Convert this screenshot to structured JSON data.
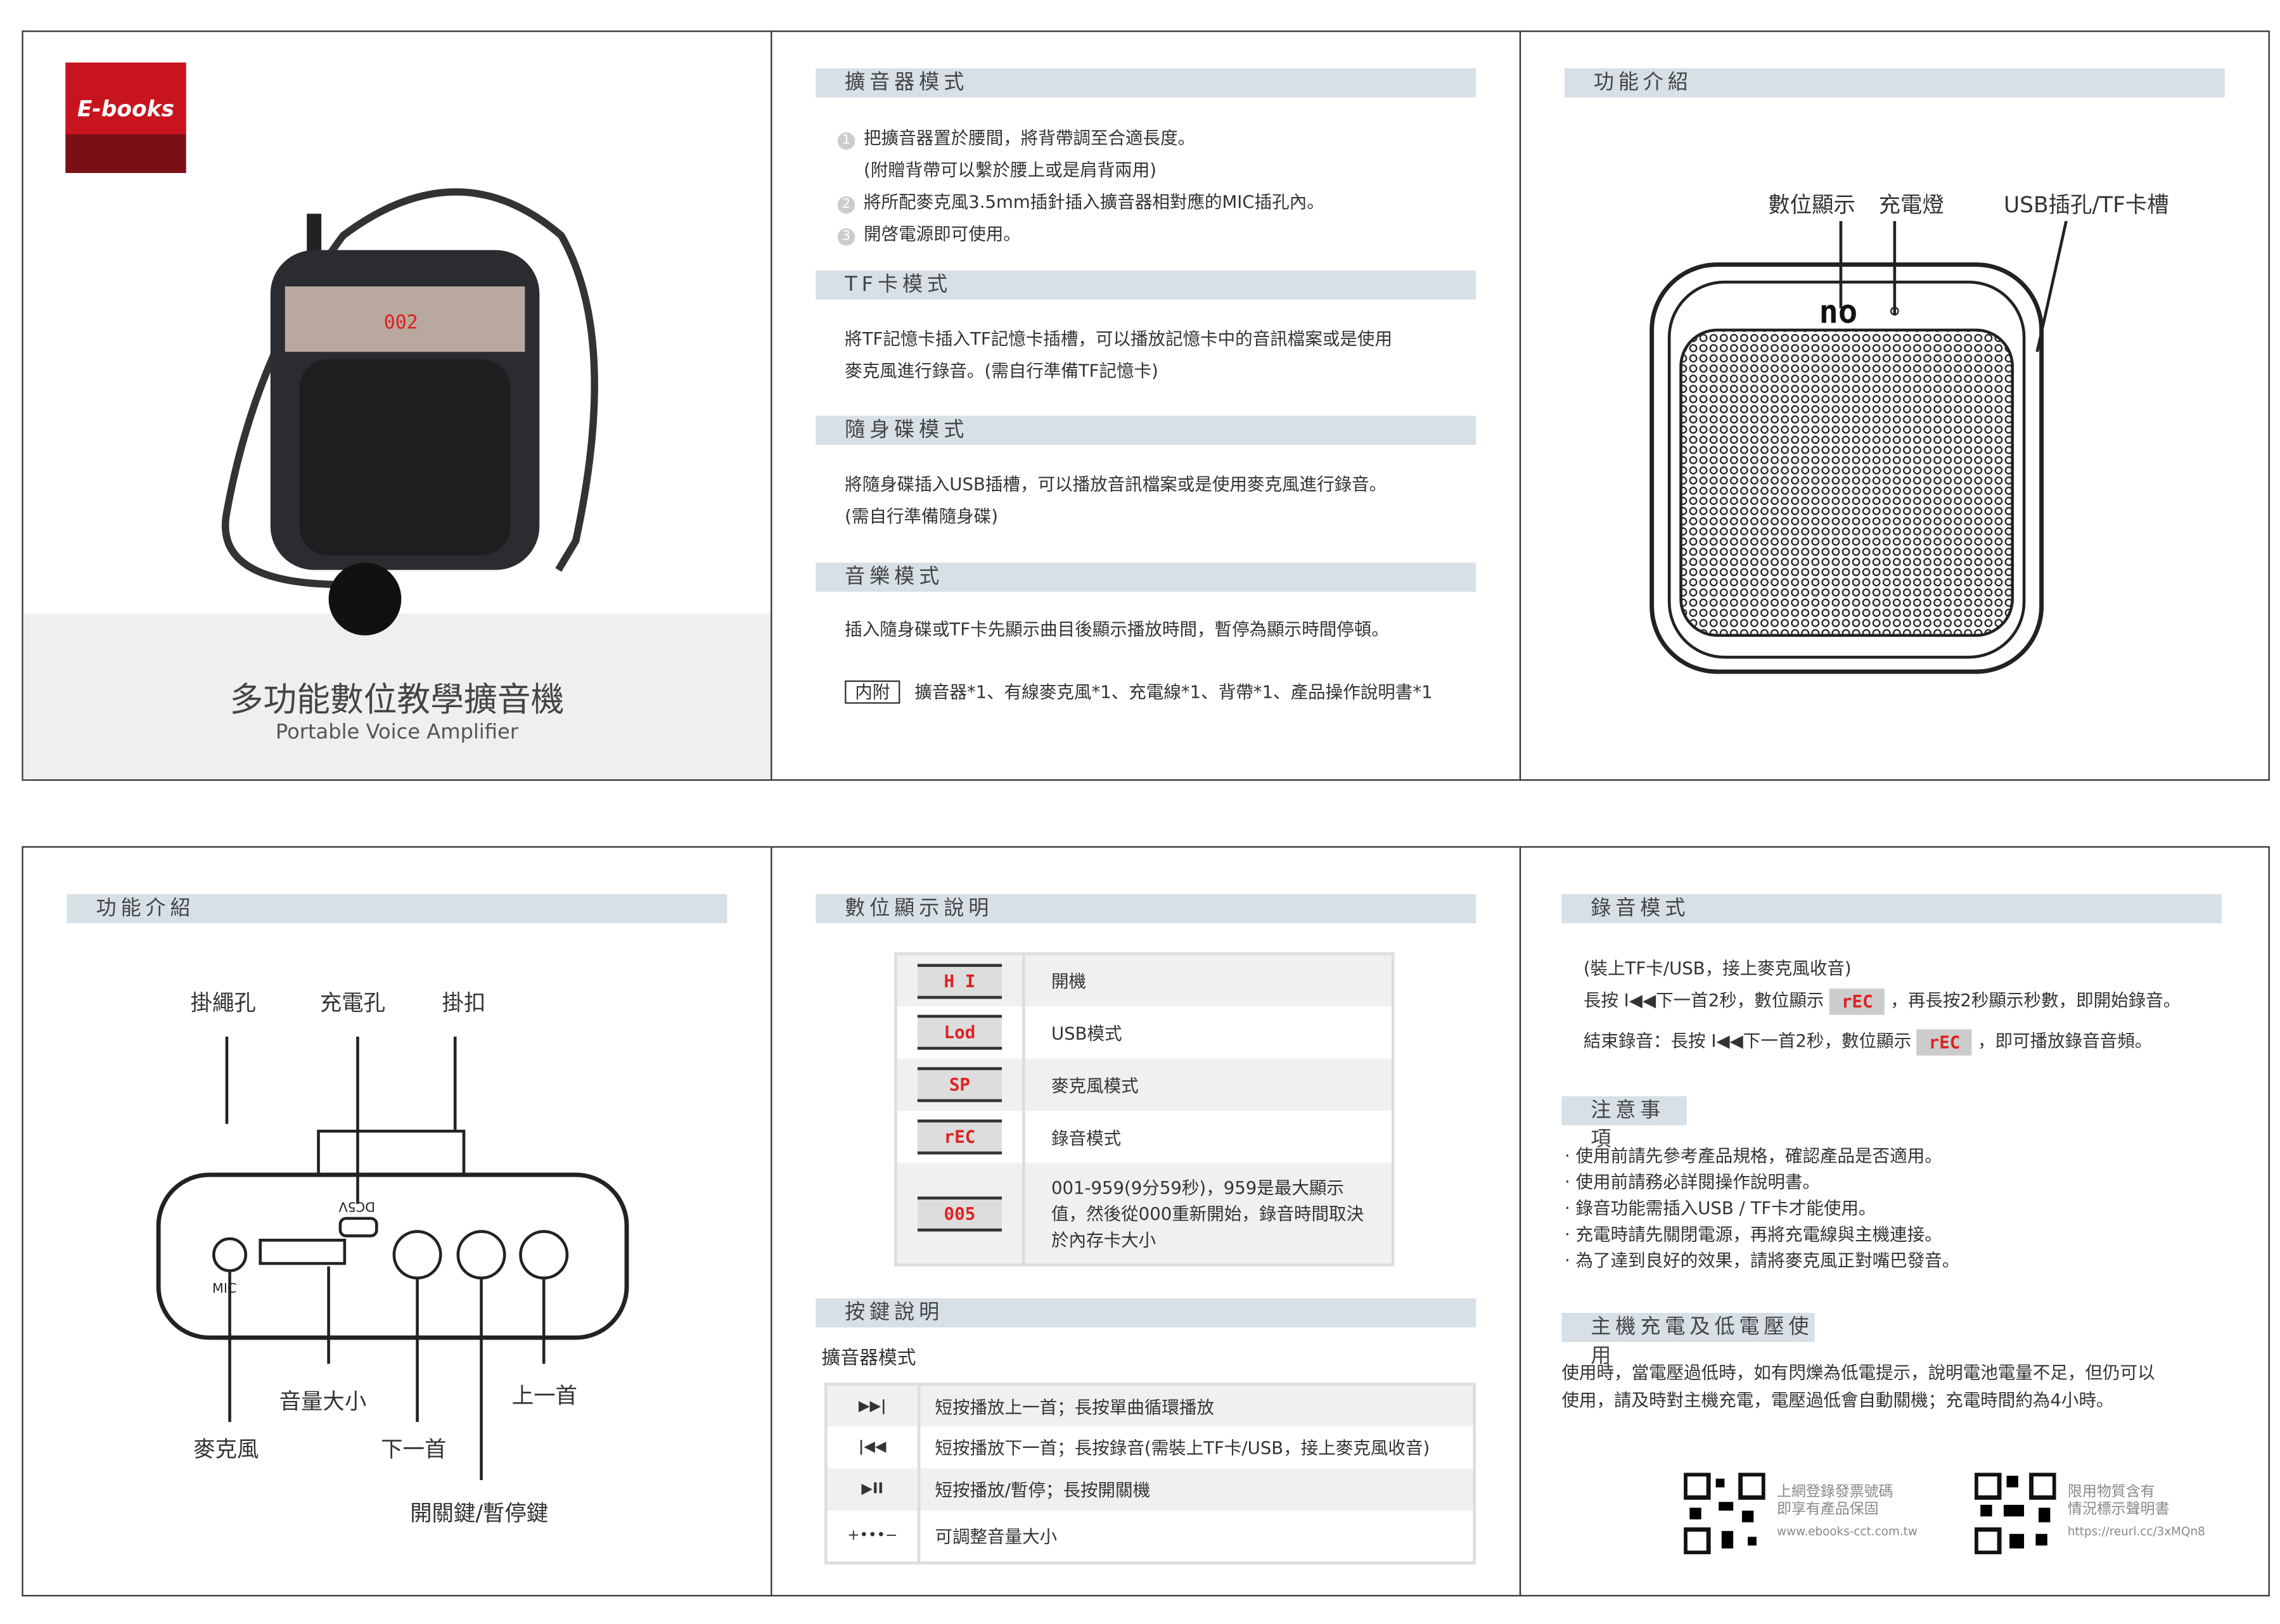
{
  "brand": {
    "logo": "E-books",
    "color": "#c8141e"
  },
  "cover": {
    "title": "多功能數位教學擴音機",
    "subtitle": "Portable Voice Amplifier",
    "lcd": "002"
  },
  "amp_mode": {
    "title": "擴音器模式",
    "steps": [
      {
        "n": "1",
        "text": "把擴音器置於腰間，將背帶調至合適長度。",
        "sub": "(附贈背帶可以繫於腰上或是肩背兩用)"
      },
      {
        "n": "2",
        "text": "將所配麥克風3.5mm插針插入擴音器相對應的MIC插孔內。"
      },
      {
        "n": "3",
        "text": "開啓電源即可使用。"
      }
    ]
  },
  "tf_mode": {
    "title": "TF卡模式",
    "l1": "將TF記憶卡插入TF記憶卡插槽，可以播放記憶卡中的音訊檔案或是使用",
    "l2": "麥克風進行錄音。(需自行準備TF記憶卡)"
  },
  "usb_mode": {
    "title": "隨身碟模式",
    "l1": "將隨身碟插入USB插槽，可以播放音訊檔案或是使用麥克風進行錄音。",
    "l2": "(需自行準備隨身碟)"
  },
  "music_mode": {
    "title": "音樂模式",
    "text": "插入隨身碟或TF卡先顯示曲目後顯示播放時間，暫停為顯示時間停頓。"
  },
  "included": {
    "label": "内附",
    "text": "擴音器*1、有線麥克風*1、充電線*1、背帶*1、產品操作說明書*1"
  },
  "features_front": {
    "title": "功能介紹",
    "labels": {
      "display": "數位顯示",
      "charge_light": "充電燈",
      "usb_tf": "USB插孔/TF卡槽"
    },
    "lcd": "no"
  },
  "features_top": {
    "title": "功能介紹",
    "labels": {
      "lanyard": "掛繩孔",
      "charge_port": "充電孔",
      "clip": "掛扣",
      "volume": "音量大小",
      "prev": "上一首",
      "mic": "麥克風",
      "next": "下一首",
      "power": "開關鍵/暫停鍵"
    },
    "port_dc": "DC5V",
    "port_mic": "MIC"
  },
  "display_info": {
    "title": "數位顯示說明",
    "rows": [
      {
        "code": "H I",
        "desc": "開機"
      },
      {
        "code": "Lod",
        "desc": "USB模式"
      },
      {
        "code": "SP",
        "desc": "麥克風模式"
      },
      {
        "code": "rEC",
        "desc": "錄音模式"
      },
      {
        "code": "005",
        "desc": "001-959(9分59秒)，959是最大顯示值，然後從000重新開始，錄音時間取決於內存卡大小"
      }
    ]
  },
  "keys": {
    "title": "按鍵說明",
    "subtitle": "擴音器模式",
    "rows": [
      {
        "icon": "▶▶|",
        "desc": "短按播放上一首；長按單曲循環播放"
      },
      {
        "icon": "|◀◀",
        "desc": "短按播放下一首；長按錄音(需裝上TF卡/USB，接上麥克風收音)"
      },
      {
        "icon": "▶II",
        "desc": "短按播放/暫停；長按開關機"
      },
      {
        "icon": "+•••−",
        "desc": "可調整音量大小"
      }
    ]
  },
  "record": {
    "title": "錄音模式",
    "l0": "(裝上TF卡/USB，接上麥克風收音)",
    "l1a": "長按 I◀◀下一首2秒，數位顯示",
    "l1b": "，再長按2秒顯示秒數，即開始錄音。",
    "l2a": "結束錄音：長按 I◀◀下一首2秒，數位顯示",
    "l2b": "，即可播放錄音音頻。",
    "code": "rEC"
  },
  "notes": {
    "title": "注意事項",
    "items": [
      "使用前請先參考產品規格，確認產品是否適用。",
      "使用前請務必詳閱操作說明書。",
      "錄音功能需插入USB / TF卡才能使用。",
      "充電時請先關閉電源，再將充電線與主機連接。",
      "為了達到良好的效果，請將麥克風正對嘴巴發音。"
    ]
  },
  "charging": {
    "title": "主機充電及低電壓使用",
    "l1": "使用時，當電壓過低時，如有閃爍為低電提示，說明電池電量不足，但仍可以",
    "l2": "使用，請及時對主機充電，電壓過低會自動關機；充電時間約為4小時。"
  },
  "qr": [
    {
      "l1": "上網登錄發票號碼",
      "l2": "即享有產品保固",
      "url": "www.ebooks-cct.com.tw"
    },
    {
      "l1": "限用物質含有",
      "l2": "情況標示聲明書",
      "url": "https://reurl.cc/3xMQn8"
    }
  ]
}
